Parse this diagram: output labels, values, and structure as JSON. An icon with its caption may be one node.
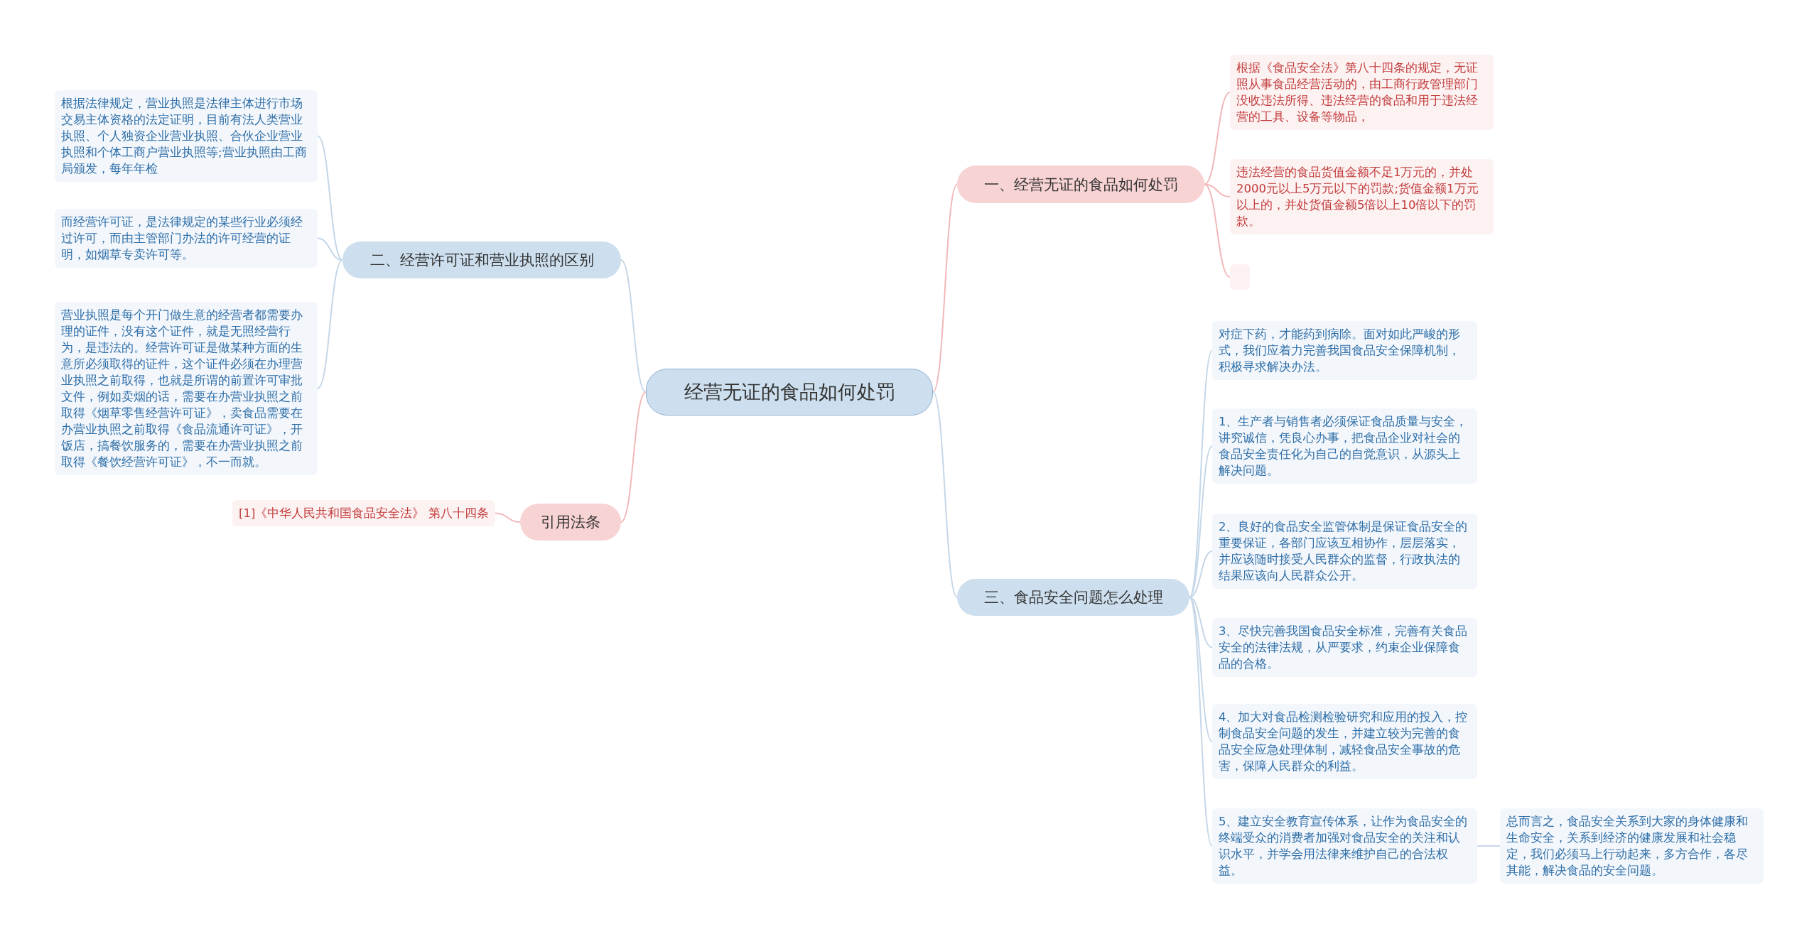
{
  "diagram": {
    "nodes": [
      {
        "text": [
          "经营无证的食品如何处罚"
        ]
      },
      {
        "text": [
          "一、经营无证的食品如何处罚"
        ]
      },
      {
        "text": [
          "根据《食品安全法》第八十四条的规定，无证照从事食品经营活动的，由工商行政管理部门没收违法所得、违法经营的食品和用于违法经营的工具、设备等物品，"
        ]
      },
      {
        "text": [
          "违法经营的食品货值金额不足1万元的，并处2000元以上5万元以下的罚款;货值金额1万元以上的，并处货值金额5倍以上10倍以下的罚款。"
        ]
      },
      {
        "text": [],
        "shape": "box"
      },
      {
        "text": [
          "二、经营许可证和营业执照的区别"
        ]
      },
      {
        "text": [
          "根据法律规定，营业执照是法律主体进行市场交易主体资格的法定证明，目前有法人类营业执照、个人独资企业营业执照、合伙企业营业执照和个体工商户营业执照等;营业执照由工商局颁发，每年年检"
        ]
      },
      {
        "text": [
          "而经营许可证，是法律规定的某些行业必须经过许可，而由主管部门办法的许可经营的证明，如烟草专卖许可等。"
        ]
      },
      {
        "text": [
          "营业执照是每个开门做生意的经营者都需要办理的证件，没有这个证件，就是无照经营行为，是违法的。经营许可证是做某种方面的生意所必须取得的证件，这个证件必须在办理营业执照之前取得，也就是所谓的前置许可审批文件，例如卖烟的话，需要在办营业执照之前取得《烟草零售经营许可证》，卖食品需要在办营业执照之前取得《食品流通许可证》，开饭店，搞餐饮服务的，需要在办营业执照之前取得《餐饮经营许可证》，不一而就。"
        ]
      },
      {
        "text": [
          "引用法条"
        ]
      },
      {
        "text": [
          "[1]《中华人民共和国食品安全法》 第八十四条"
        ]
      },
      {
        "text": [
          "三、食品安全问题怎么处理"
        ]
      },
      {
        "text": [
          "对症下药，才能药到病除。面对如此严峻的形式，我们应着力完善我国食品安全保障机制，积极寻求解决办法。"
        ]
      },
      {
        "text": [
          "1、生产者与销售者必须保证食品质量与安全，讲究诚信，凭良心办事，把食品企业对社会的食品安全责任化为自己的自觉意识，从源头上解决问题。"
        ]
      },
      {
        "text": [
          "2、良好的食品安全监管体制是保证食品安全的重要保证，各部门应该互相协作，层层落实，并应该随时接受人民群众的监督，行政执法的结果应该向人民群众公开。"
        ]
      },
      {
        "text": [
          "3、尽快完善我国食品安全标准，完善有关食品安全的法律法规，从严要求，约束企业保障食品的合格。"
        ]
      },
      {
        "text": [
          "4、加大对食品检测检验研究和应用的投入，控制食品安全问题的发生，并建立较为完善的食品安全应急处理体制，减轻食品安全事故的危害，保障人民群众的利益。"
        ]
      },
      {
        "text": [
          "5、建立安全教育宣传体系，让作为食品安全的终端受众的消费者加强对食品安全的关注和认识水平，并学会用法律来维护自己的合法权益。"
        ]
      },
      {
        "text": [
          "总而言之，食品安全关系到大家的身体健康和生命安全，关系到经济的健康发展和社会稳定，我们必须马上行动起来，多方合作，各尽其能，解决食品的安全问题。"
        ]
      }
    ],
    "edges": [
      {
        "from": 0,
        "to": 1,
        "arrow": "none",
        "color": "#f2b8b8"
      },
      {
        "from": 1,
        "to": 2,
        "arrow": "none",
        "color": "#f2b8b8"
      },
      {
        "from": 1,
        "to": 3,
        "arrow": "none",
        "color": "#f2b8b8"
      },
      {
        "from": 1,
        "to": 4,
        "arrow": "none",
        "color": "#f2b8b8"
      },
      {
        "from": 0,
        "to": 5,
        "arrow": "none"
      },
      {
        "from": 5,
        "to": 6,
        "arrow": "none"
      },
      {
        "from": 5,
        "to": 7,
        "arrow": "none"
      },
      {
        "from": 5,
        "to": 8,
        "arrow": "none"
      },
      {
        "from": 0,
        "to": 9,
        "arrow": "none",
        "color": "#f2b8b8"
      },
      {
        "from": 9,
        "to": 10,
        "arrow": "none",
        "color": "#f2b8b8"
      },
      {
        "from": 0,
        "to": 11,
        "arrow": "none"
      },
      {
        "from": 11,
        "to": 12,
        "arrow": "none"
      },
      {
        "from": 11,
        "to": 13,
        "arrow": "none"
      },
      {
        "from": 11,
        "to": 14,
        "arrow": "none"
      },
      {
        "from": 11,
        "to": 15,
        "arrow": "none"
      },
      {
        "from": 11,
        "to": 16,
        "arrow": "none"
      },
      {
        "from": 11,
        "to": 17,
        "arrow": "none"
      },
      {
        "from": 17,
        "to": 18,
        "arrow": "none"
      }
    ]
  }
}
